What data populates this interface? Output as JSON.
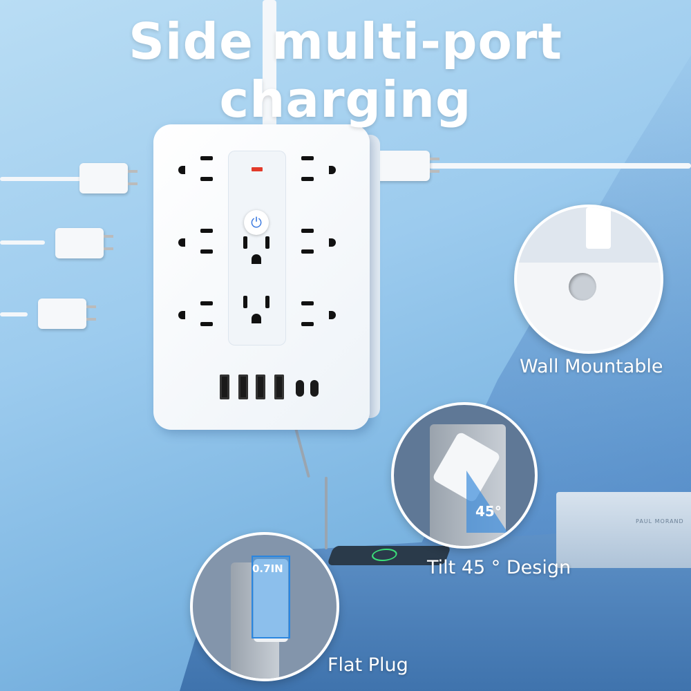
{
  "title": "Side multi-port charging",
  "features": {
    "wall_mount": "Wall Mountable",
    "tilt": "Tilt 45 ° Design",
    "tilt_angle": "45°",
    "flat_plug": "Flat Plug",
    "thickness": "0.7IN"
  },
  "book_text": "PAUL MORAND",
  "colors": {
    "accent_led": "#e23a2a",
    "power_button": "#3d7be0"
  }
}
